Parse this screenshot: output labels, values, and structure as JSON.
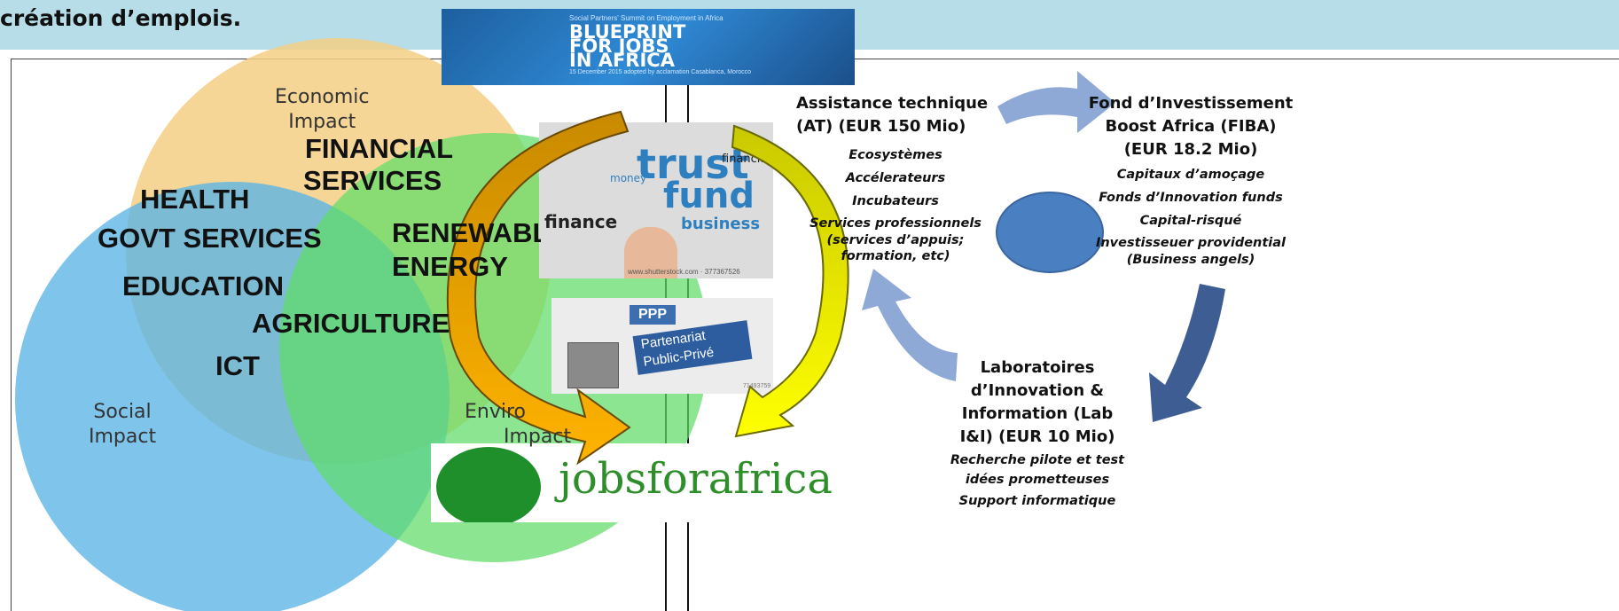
{
  "header": {
    "title_fragment": "création d’emplois."
  },
  "venn": {
    "economic_label": [
      "Economic",
      "Impact"
    ],
    "social_label": [
      "Social",
      "Impact"
    ],
    "environmental_label": [
      "Enviro",
      "Impact"
    ],
    "sectors": [
      "FINANCIAL",
      "SERVICES",
      "HEALTH",
      "GOVT SERVICES",
      "EDUCATION",
      "RENEWABLE",
      "ENERGY",
      "AGRICULTURE",
      "ICT"
    ]
  },
  "images": {
    "blueprint": {
      "line1": "BLUEPRINT",
      "line2": "FOR JOBS",
      "line3": "IN AFRICA",
      "small_top": "Social Partners' Summit on Employment in Africa",
      "small_bottom": "15 December 2015 adopted by acclamation Casablanca, Morocco"
    },
    "trustfund": {
      "word1": "trust",
      "word2": "fund",
      "word3": "finance",
      "word4": "business",
      "word5": "financial",
      "word6": "money",
      "footer": "www.shutterstock.com · 377367526"
    },
    "ppp": {
      "badge": "PPP",
      "line1": "Partenariat",
      "line2": "Public-Privé",
      "code": "71493759"
    },
    "jobs": {
      "brand": "jobsforafrica"
    }
  },
  "assistance": {
    "title": [
      "Assistance technique",
      "(AT)  (EUR 150 Mio)"
    ],
    "items": [
      "Ecosystèmes",
      "Accélerateurs",
      "Incubateurs",
      "Services professionnels",
      "(services d’appuis;",
      "formation, etc)"
    ]
  },
  "fund": {
    "title": [
      "Fond d’Investissement",
      "Boost Africa (FIBA)",
      "(EUR 18.2 Mio)"
    ],
    "items": [
      "Capitaux d’amoçage",
      "Fonds d’Innovation funds",
      "Capital-risqué",
      "Investisseuer providential",
      "(Business angels)"
    ]
  },
  "labs": {
    "title": [
      "Laboratoires",
      "d’Innovation &",
      "Information (Lab",
      "I&I) (EUR 10 Mio)"
    ],
    "items": [
      "Recherche pilote et test",
      "idées prometteuses",
      "Support informatique"
    ]
  },
  "colors": {
    "header_band": "#b7dde8",
    "economic_circle": "#f3cf85",
    "social_circle": "#5ab4e6",
    "environmental_circle": "#6fdc72",
    "flow_arrow": "#8ea9d6",
    "flow_arrow_dark": "#3e5d92",
    "hub_circle": "#4a7fc1",
    "arrow_orange": "#f5a800",
    "arrow_yellow": "#fff200"
  }
}
